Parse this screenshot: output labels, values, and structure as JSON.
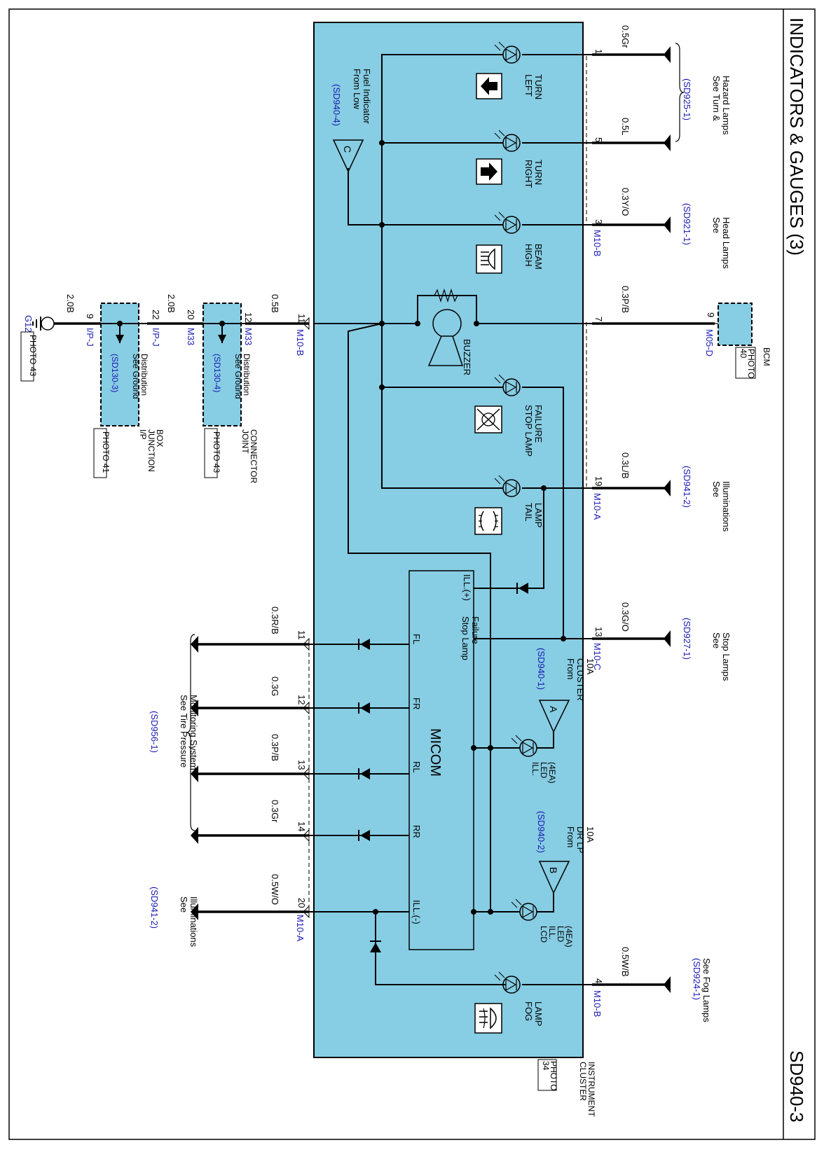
{
  "page": {
    "title": "INDICATORS & GAUGES (3)",
    "code": "SD940-3"
  },
  "cluster": {
    "lines": [
      "INSTRUMENT",
      "CLUSTER"
    ],
    "photo": [
      "PHOTO",
      "34"
    ],
    "micom": "MICOM",
    "ill_plus": "ILL.(+)",
    "ill_minus": "ILL.(-)",
    "stop_lamp_failure": [
      "Stop Lamp",
      "Failure"
    ],
    "fl": "FL",
    "fr": "FR",
    "rl": "RL",
    "rr": "RR",
    "buzzer": "BUZZER"
  },
  "indicators": {
    "left_turn": [
      "LEFT",
      "TURN"
    ],
    "right_turn": [
      "RIGHT",
      "TURN"
    ],
    "high_beam": [
      "HIGH",
      "BEAM"
    ],
    "stop_lamp_failure": [
      "STOP LAMP",
      "FAILURE"
    ],
    "tail_lamp": [
      "TAIL",
      "LAMP"
    ],
    "fog_lamp": [
      "FOG",
      "LAMP"
    ],
    "ill_led": [
      "ILL.",
      "LED",
      "(4EA)"
    ],
    "lcd_ill_led": [
      "LCD",
      "ILL.",
      "LED",
      "(4EA)"
    ]
  },
  "sources": {
    "low_fuel": {
      "text": [
        "From Low",
        "Fuel Indicator"
      ],
      "ref": "(SD940-4)",
      "tag": "C"
    },
    "cluster_fuse": {
      "text": [
        "From",
        "CLUSTER",
        "10A"
      ],
      "ref": "(SD940-1)",
      "tag": "A"
    },
    "dr_lp_fuse": {
      "text": [
        "From",
        "DR LP",
        "10A"
      ],
      "ref": "(SD940-2)",
      "tag": "B"
    }
  },
  "right_pins": {
    "p1": {
      "pin": "1",
      "wire": "0.5Gr"
    },
    "p5": {
      "pin": "5",
      "wire": "0.5L"
    },
    "p3": {
      "pin": "3",
      "wire": "0.3Y/O",
      "conn": "M10-B"
    },
    "p7": {
      "pin": "7",
      "wire": "0.3P/B"
    },
    "p19": {
      "pin": "19",
      "wire": "0.3L/B",
      "conn": "M10-A"
    },
    "p13": {
      "pin": "13",
      "wire": "0.3G/O",
      "conn": "M10-C"
    },
    "p4": {
      "pin": "4",
      "wire": "0.5W/B",
      "conn": "M10-B"
    }
  },
  "right_refs": {
    "turn": {
      "text": [
        "See Turn &",
        "Hazard Lamps"
      ],
      "ref": "(SD925-1)"
    },
    "head": {
      "text": [
        "See",
        "Head Lamps"
      ],
      "ref": "(SD921-1)"
    },
    "illum": {
      "text": [
        "See",
        "Illuminations"
      ],
      "ref": "(SD941-2)"
    },
    "stop": {
      "text": [
        "See",
        "Stop Lamps"
      ],
      "ref": "(SD927-1)"
    },
    "fog": {
      "text": [
        "See Fog Lamps"
      ],
      "ref": "(SD924-1)"
    }
  },
  "bcm": {
    "lines": [
      "BCM"
    ],
    "photo": [
      "PHOTO",
      "40"
    ],
    "pin": "9",
    "conn": "M05-D"
  },
  "left_pins": {
    "p11": {
      "pin": "11",
      "wire": "0.5B",
      "conn": "M10-B"
    },
    "t11": {
      "pin": "11",
      "wire": "0.3R/B"
    },
    "t12": {
      "pin": "12",
      "wire": "0.3G"
    },
    "t13": {
      "pin": "13",
      "wire": "0.3P/B"
    },
    "t14": {
      "pin": "14",
      "wire": "0.3Gr"
    },
    "p20": {
      "pin": "20",
      "wire": "0.5W/O",
      "conn": "M10-A"
    }
  },
  "left_refs": {
    "tpms": {
      "text": [
        "See Tire Pressure",
        "Monitoring System"
      ],
      "ref": "(SD956-1)"
    },
    "illum": {
      "text": [
        "See",
        "Illuminations"
      ],
      "ref": "(SD941-2)"
    }
  },
  "joint_connector": {
    "pin_in": "12",
    "conn_in": "M33",
    "pin_out": "20",
    "conn_out": "M33",
    "wire_out": "2.0B",
    "text": [
      "See Ground",
      "Distribution"
    ],
    "ref": "(SD130-4)",
    "label": [
      "JOINT",
      "CONNECTOR"
    ],
    "photo": "PHOTO 43"
  },
  "ip_junction": {
    "pin_in": "22",
    "conn_in": "I/P-J",
    "pin_out": "9",
    "conn_out": "I/P-J",
    "wire_out": "2.0B",
    "text": [
      "See Ground",
      "Distribution"
    ],
    "ref": "(SD130-3)",
    "label": [
      "I/P",
      "JUNCTION",
      "BOX"
    ],
    "photo": "PHOTO 41"
  },
  "ground": {
    "name": "G12",
    "photo": "PHOTO 43"
  },
  "colors": {
    "cluster_fill": "#87cde3",
    "reference": "#1a1ab5",
    "wire": "#000000"
  },
  "icons": [
    "left-arrow-icon",
    "right-arrow-icon",
    "high-beam-icon",
    "stop-lamp-failure-icon",
    "tail-lamp-icon",
    "fog-lamp-icon",
    "led-icon",
    "diode-icon",
    "ground-icon",
    "buzzer-icon"
  ]
}
